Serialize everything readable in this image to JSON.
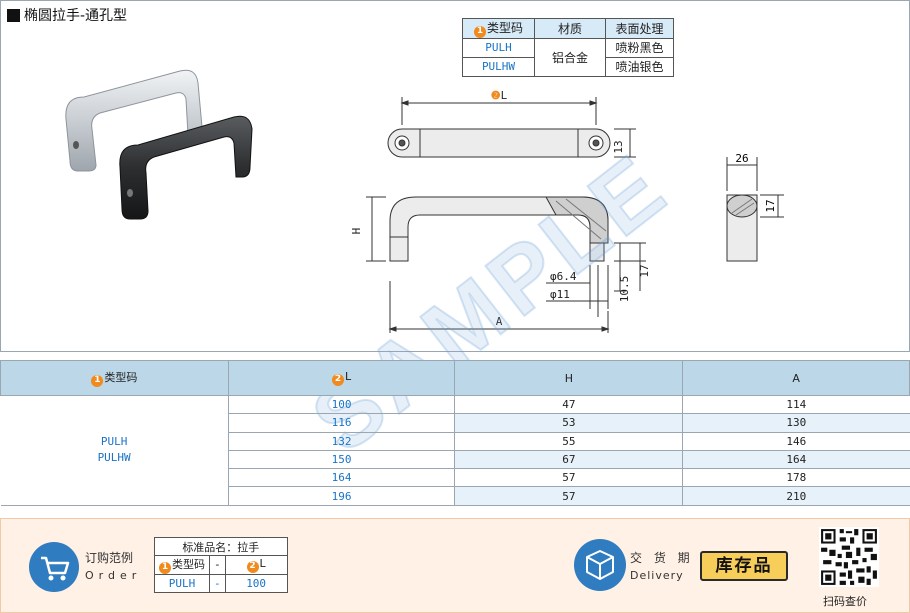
{
  "title": "椭圆拉手-通孔型",
  "badges": {
    "one": "1",
    "two": "2"
  },
  "material_table": {
    "headers": {
      "code": "类型码",
      "material": "材质",
      "surface": "表面处理"
    },
    "rows": [
      {
        "code": "PULH",
        "surface": "喷粉黑色"
      },
      {
        "code": "PULHW",
        "surface": "喷油银色"
      }
    ],
    "material": "铝合金"
  },
  "drawing": {
    "dim_L": "L",
    "dim_H": "H",
    "dim_A": "A",
    "dim_13": "13",
    "dim_26": "26",
    "dim_17a": "17",
    "dim_17b": "17",
    "dim_10_5": "10.5",
    "dim_phi64": "φ6.4",
    "dim_phi11": "φ11"
  },
  "watermark": "SAMPLE",
  "spec_table": {
    "headers": {
      "code": "类型码",
      "L": "L",
      "H": "H",
      "A": "A"
    },
    "codes": [
      "PULH",
      "PULHW"
    ],
    "rows": [
      {
        "L": "100",
        "H": "47",
        "A": "114"
      },
      {
        "L": "116",
        "H": "53",
        "A": "130"
      },
      {
        "L": "132",
        "H": "55",
        "A": "146"
      },
      {
        "L": "150",
        "H": "67",
        "A": "164"
      },
      {
        "L": "164",
        "H": "57",
        "A": "178"
      },
      {
        "L": "196",
        "H": "57",
        "A": "210"
      }
    ]
  },
  "order": {
    "label_cn": "订购范例",
    "label_en": "Order",
    "std_name": "标准品名：拉手",
    "col_code": "类型码",
    "dash1": "-",
    "col_L": "L",
    "val_code": "PULH",
    "dash2": "-",
    "val_L": "100"
  },
  "delivery": {
    "label_cn": "交 货 期",
    "label_en": "Delivery",
    "stock": "库存品"
  },
  "qr_label": "扫码查价",
  "colors": {
    "accent": "#2f7cc0",
    "badge": "#f08a1c",
    "header_bg": "#bcd7e8",
    "stock": "#f7ce5a"
  },
  "icons": [
    "cart-icon",
    "box-icon",
    "qr-code-icon"
  ]
}
